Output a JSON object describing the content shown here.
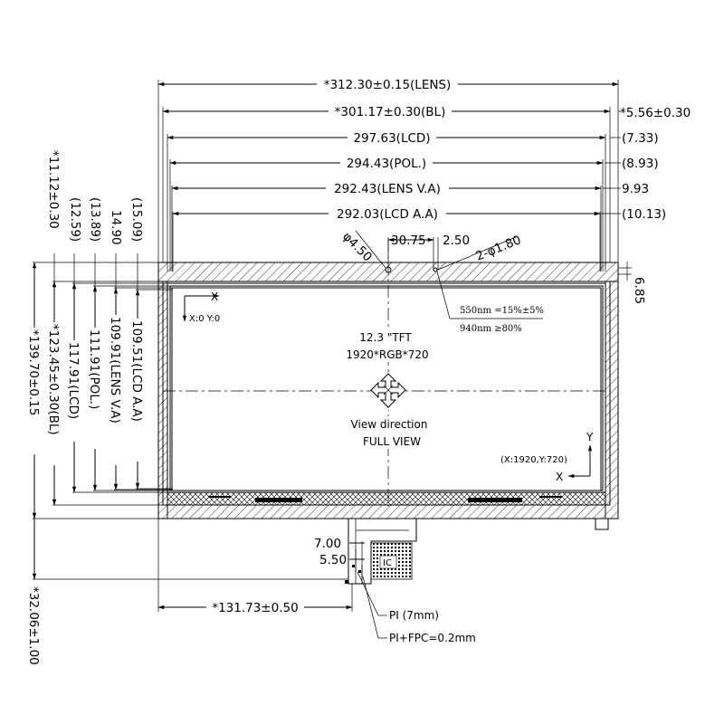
{
  "dimensions_top": {
    "lens": "*312.30±0.15(LENS)",
    "bl": "*301.17±0.30(BL)",
    "lcd": "297.63(LCD)",
    "pol": "294.43(POL.)",
    "lens_va": "292.43(LENS V.A)",
    "lcd_aa": "292.03(LCD A.A)"
  },
  "dimensions_right": {
    "r1": "*5.56±0.30",
    "r2": "(7.33)",
    "r3": "(8.93)",
    "r4": "9.93",
    "r5": "(10.13)",
    "r6": "6.85"
  },
  "dimensions_left": {
    "total_height": "*139.70±0.15",
    "bl_height": "*123.45±0.30(BL)",
    "top_offset": "*11.12±0.30",
    "pol_offset": "(13.89)",
    "lcd_offset": "(12.59)",
    "lens_va_offset": "14.90",
    "lcd_aa_offset": "(15.09)",
    "lcd_height": "117.91(LCD)",
    "pol_height": "111.91(POL.)",
    "lens_va_height": "109.91(LENS V.A)",
    "lcd_aa_height": "109.51(LCD  A.A)"
  },
  "dimensions_holes": {
    "diameter_left": "φ4.50",
    "offset_a": "30.75",
    "offset_b": "2.50",
    "diameter_right": "2-φ1.80"
  },
  "filter_notes": {
    "line1": "550nm =15%±5%",
    "line2": "940nm ≥80%"
  },
  "display": {
    "size": "12.3 \"TFT",
    "resolution": "1920*RGB*720",
    "view_direction": "View direction",
    "view_mode": "FULL VIEW"
  },
  "coordinates": {
    "origin": "X:0 Y:0",
    "end": "(X:1920,Y:720)",
    "x_axis": "X",
    "y_axis": "Y"
  },
  "fpc": {
    "dim_7": "7.00",
    "dim_55": "5.50",
    "fpc_offset": "*131.73±0.50",
    "fpc_length": "*32.06±1.00",
    "ic_label": "IC",
    "pi_note": "PI (7mm)",
    "pi_fpc_note": "PI+FPC=0.2mm"
  }
}
